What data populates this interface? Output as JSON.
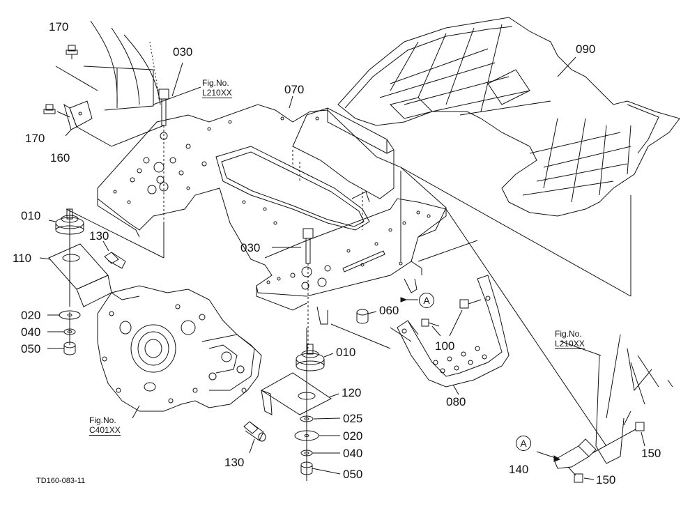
{
  "drawing_code": "TD160-083-11",
  "reference_marker": "A",
  "part_labels": {
    "p170_top": "170",
    "p030_top": "030",
    "p070": "070",
    "p090": "090",
    "p170_mid": "170",
    "p160": "160",
    "p010_left": "010",
    "p130_top": "130",
    "p110": "110",
    "p030_mid": "030",
    "p020_left": "020",
    "p040_left": "040",
    "p050_left": "050",
    "p060": "060",
    "p100": "100",
    "p010_center": "010",
    "p120": "120",
    "p025": "025",
    "p020_center": "020",
    "p040_center": "040",
    "p050_center": "050",
    "p130_bottom": "130",
    "p080": "080",
    "p150_right": "150",
    "p140": "140",
    "p150_bottom": "150"
  },
  "figure_refs": {
    "top": {
      "caption": "Fig.No.",
      "code": "L210XX"
    },
    "right": {
      "caption": "Fig.No.",
      "code": "L210XX"
    },
    "bottom": {
      "caption": "Fig.No.",
      "code": "C401XX"
    }
  }
}
